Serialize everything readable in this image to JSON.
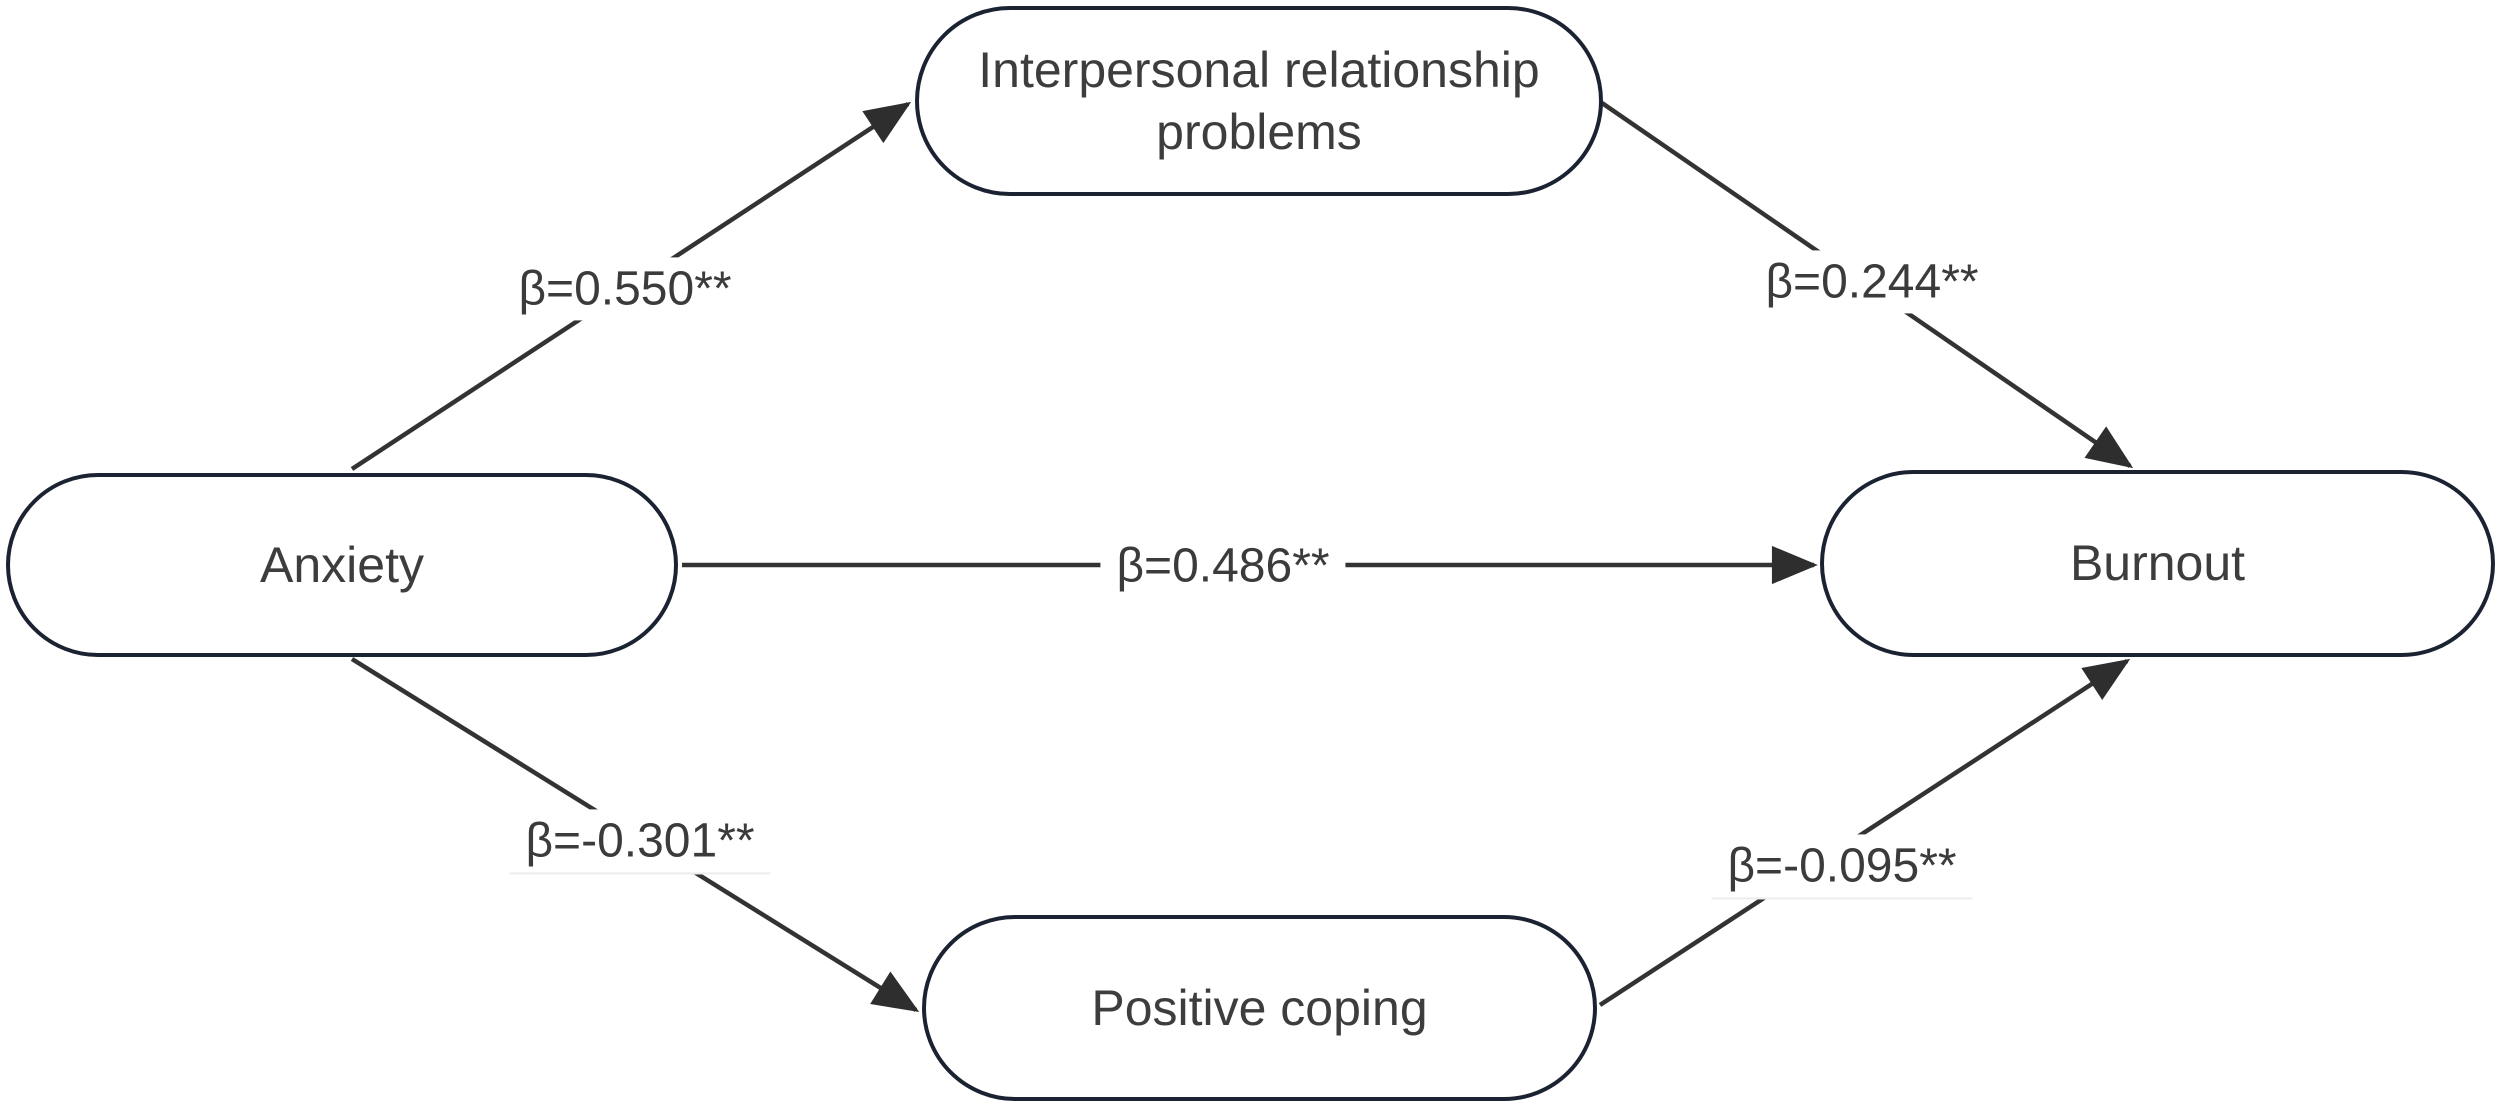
{
  "diagram": {
    "kind": "mediation-path-model",
    "nodes": {
      "predictor": {
        "label": "Anxiety"
      },
      "mediator_top": {
        "label": "Interpersonal relationship problems"
      },
      "mediator_bottom": {
        "label": "Positive coping"
      },
      "outcome": {
        "label": "Burnout"
      }
    },
    "paths": [
      {
        "from": "Anxiety",
        "to": "Interpersonal relationship problems",
        "label": "β=0.550**",
        "coefficient": 0.55,
        "significance": "**"
      },
      {
        "from": "Interpersonal relationship problems",
        "to": "Burnout",
        "label": "β=0.244**",
        "coefficient": 0.244,
        "significance": "**"
      },
      {
        "from": "Anxiety",
        "to": "Burnout",
        "label": "β=0.486**",
        "coefficient": 0.486,
        "significance": "**"
      },
      {
        "from": "Anxiety",
        "to": "Positive coping",
        "label": "β=-0.301**",
        "coefficient": -0.301,
        "significance": "**"
      },
      {
        "from": "Positive coping",
        "to": "Burnout",
        "label": "β=-0.095**",
        "coefficient": -0.095,
        "significance": "**"
      }
    ],
    "colors": {
      "background": "#ffffff",
      "node_border": "#1b2232",
      "node_fill": "#ffffff",
      "arrow": "#333333",
      "text": "#3d3d3d"
    }
  }
}
